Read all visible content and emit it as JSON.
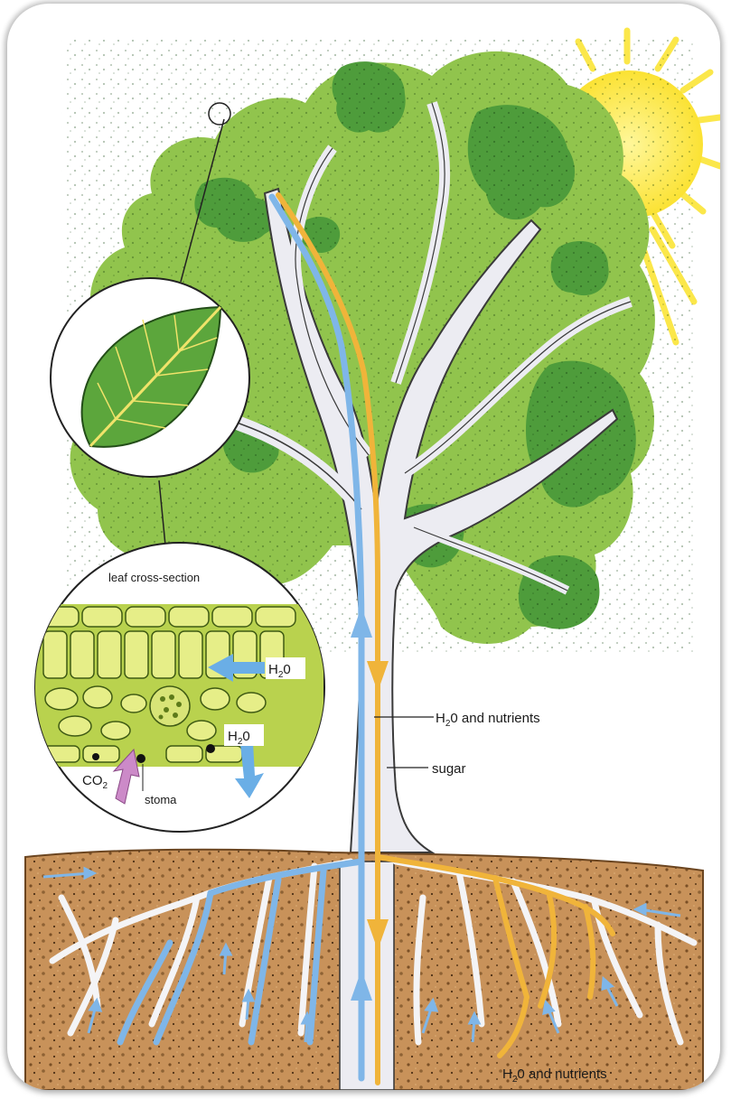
{
  "labels": {
    "leaf_cross_section": "leaf cross-section",
    "h2o_left": "H",
    "h2o_left_sub": "2",
    "h2o_left_tail": "0",
    "h2o_right": "H",
    "h2o_right_sub": "2",
    "h2o_right_tail": "0",
    "co2": "CO",
    "co2_sub": "2",
    "stoma": "stoma",
    "h2o_nutrients_trunk": "H",
    "h2o_nutrients_trunk_sub": "2",
    "h2o_nutrients_trunk_tail": "0 and nutrients",
    "sugar": "sugar",
    "h2o_nutrients_soil": "H",
    "h2o_nutrients_soil_sub": "2",
    "h2o_nutrients_soil_tail": "0 and nutrients"
  },
  "colors": {
    "water_flow": "#7fb6e8",
    "sugar_flow": "#f0b43a",
    "co2_arrow": "#c98ac4",
    "canopy_light": "#8fc04a",
    "canopy_dark": "#4f9a3a",
    "soil": "#c79058",
    "sun": "#fbe74a",
    "trunk": "#eaeaf0"
  }
}
